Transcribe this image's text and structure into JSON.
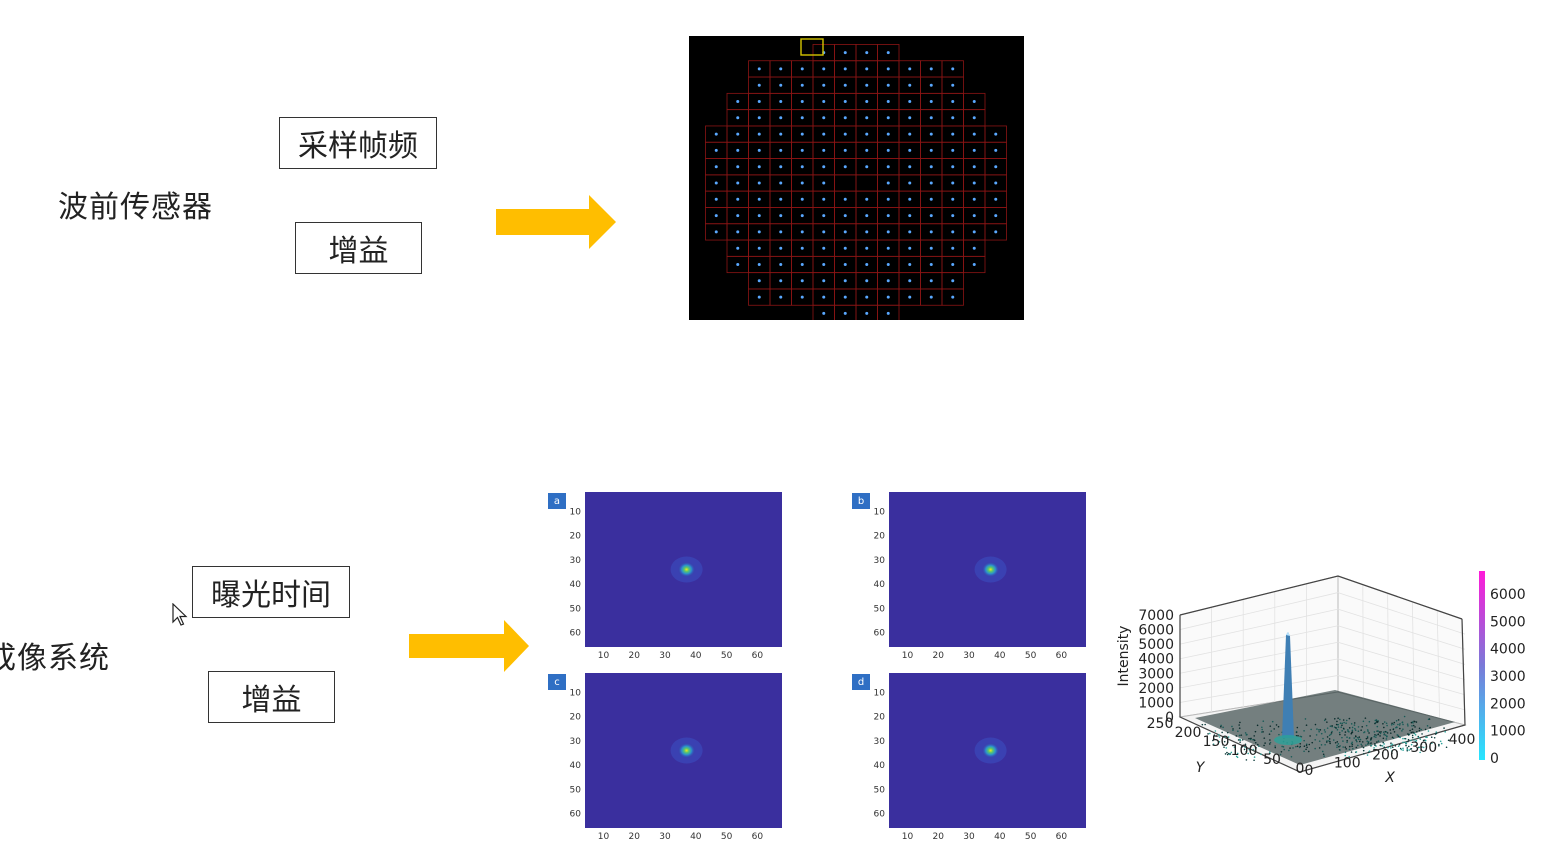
{
  "wavefront": {
    "label": "波前传感器",
    "params": [
      "采样帧频",
      "增益"
    ]
  },
  "imaging": {
    "label": "成像系统",
    "params": [
      "曝光时间",
      "增益"
    ]
  },
  "colors": {
    "arrow": "#FFBE00",
    "sensor_bg": "#000000",
    "grid_line": "#8b1414",
    "spot": "#5aa8ff",
    "highlight": "#d4c400",
    "image_bg": "#3a2f9e",
    "panel_tag": "#2f6fc4"
  },
  "images": {
    "panels": [
      {
        "tag": "a"
      },
      {
        "tag": "b"
      },
      {
        "tag": "c"
      },
      {
        "tag": "d"
      }
    ],
    "y_ticks": [
      "10",
      "20",
      "30",
      "40",
      "50",
      "60"
    ],
    "x_ticks": [
      "10",
      "20",
      "30",
      "40",
      "50",
      "60"
    ]
  },
  "plot3d": {
    "z_label": "Intensity",
    "x_label": "X",
    "y_label": "Y",
    "z_ticks": [
      "7000",
      "6000",
      "5000",
      "4000",
      "3000",
      "2000",
      "1000",
      "0"
    ],
    "x_ticks": [
      "0",
      "100",
      "200",
      "300",
      "400"
    ],
    "y_ticks": [
      "250",
      "200",
      "150",
      "100",
      "50",
      "0"
    ],
    "colorbar_ticks": [
      "6000",
      "5000",
      "4000",
      "3000",
      "2000",
      "1000",
      "0"
    ]
  }
}
